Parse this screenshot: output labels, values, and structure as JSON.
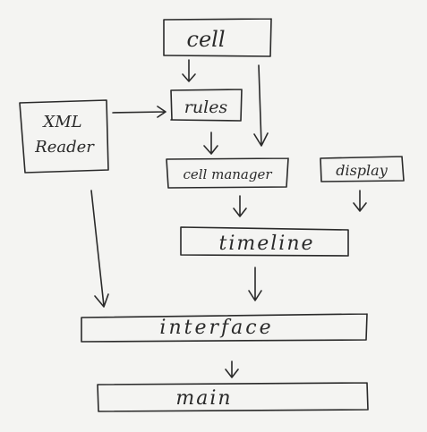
{
  "nodes": {
    "cell": "cell",
    "rules": "rules",
    "xml_reader_line1": "XML",
    "xml_reader_line2": "Reader",
    "cell_manager": "cell manager",
    "display": "display",
    "timeline": "timeline",
    "interface": "interface",
    "main": "main"
  }
}
